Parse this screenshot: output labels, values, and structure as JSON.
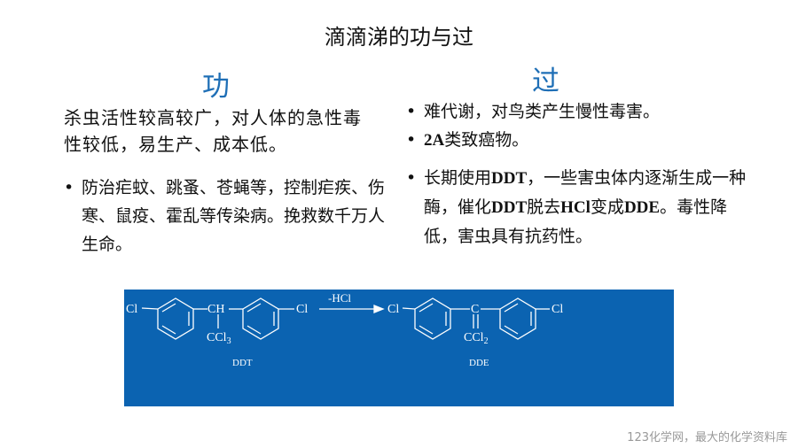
{
  "title": "滴滴涕的功与过",
  "left": {
    "heading": "功",
    "intro": "杀虫活性较高较广，对人体的急性毒性较低，易生产、成本低。",
    "bullets": [
      {
        "text": "防治疟蚊、跳蚤、苍蝇等，控制疟疾、伤寒、鼠疫、霍乱等传染病。挽救数千万人生命。"
      }
    ]
  },
  "right": {
    "heading": "过",
    "bullets": [
      {
        "text": "难代谢，对鸟类产生慢性毒害。"
      },
      {
        "bold": "2A",
        "text": "类致癌物。"
      },
      {
        "p1": "长期使用",
        "b1": "DDT",
        "p2": "，一些害虫体内逐渐生成一种酶，催化",
        "b2": "DDT",
        "p3": "脱去",
        "b3": "HCl",
        "p4": "变成",
        "b4": "DDE",
        "p5": "。毒性降低，害虫具有抗药性。"
      }
    ]
  },
  "reaction": {
    "background": "#0b63b1",
    "cl": "Cl",
    "ch": "CH",
    "c": "C",
    "ccl3_base": "CCl",
    "ccl3_sub": "3",
    "ccl2_base": "CCl",
    "ccl2_sub": "2",
    "arrow_label": "-HCl",
    "ddt_label": "DDT",
    "dde_label": "DDE"
  },
  "watermark": "123化学网，最大的化学资料库",
  "colors": {
    "heading": "#1f6fb6",
    "watermark": "#999999"
  }
}
